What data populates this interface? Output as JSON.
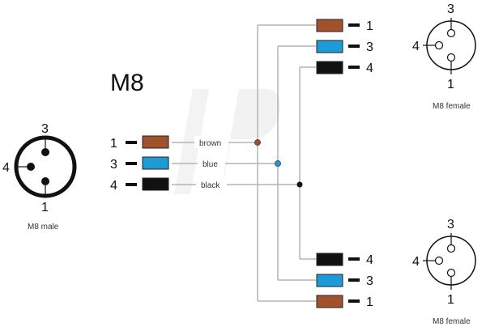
{
  "title": "M8",
  "colors": {
    "brown": "#a0522d",
    "blue": "#1e9ad6",
    "black": "#111111",
    "wire": "#b3b3b3",
    "stroke": "#222222"
  },
  "male": {
    "label": "M8 male",
    "pins": {
      "top": "3",
      "left": "4",
      "bottom": "1"
    }
  },
  "female_top": {
    "label": "M8 female",
    "pins": {
      "top": "3",
      "left": "4",
      "bottom": "1"
    }
  },
  "female_bottom": {
    "label": "M8 female",
    "pins": {
      "top": "3",
      "left": "4",
      "bottom": "1"
    }
  },
  "input_wires": [
    {
      "pin": "1",
      "label": "brown",
      "color": "#a0522d"
    },
    {
      "pin": "3",
      "label": "blue",
      "color": "#1e9ad6"
    },
    {
      "pin": "4",
      "label": "black",
      "color": "#111111"
    }
  ],
  "top_outputs": [
    {
      "pin": "1",
      "color": "#a0522d"
    },
    {
      "pin": "3",
      "color": "#1e9ad6"
    },
    {
      "pin": "4",
      "color": "#111111"
    }
  ],
  "bottom_outputs": [
    {
      "pin": "4",
      "color": "#111111"
    },
    {
      "pin": "3",
      "color": "#1e9ad6"
    },
    {
      "pin": "1",
      "color": "#a0522d"
    }
  ]
}
